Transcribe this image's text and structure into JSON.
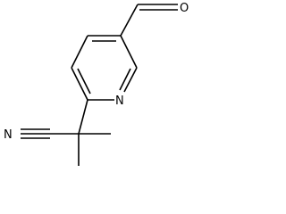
{
  "molecule": {
    "atoms": {
      "ring_nitrogen": "N",
      "aldehyde_oxygen": "O",
      "nitrile_nitrogen": "N"
    }
  }
}
